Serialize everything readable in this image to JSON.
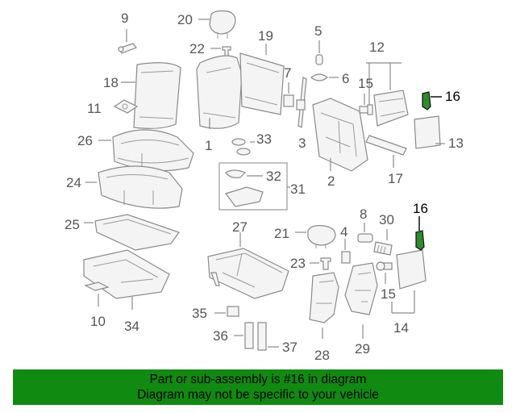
{
  "callouts": {
    "c1": "1",
    "c2": "2",
    "c3": "3",
    "c4": "4",
    "c5": "5",
    "c6": "6",
    "c7": "7",
    "c8": "8",
    "c9": "9",
    "c10": "10",
    "c11": "11",
    "c12": "12",
    "c13": "13",
    "c14": "14",
    "c15a": "15",
    "c15b": "15",
    "c16a": "16",
    "c16b": "16",
    "c17": "17",
    "c18": "18",
    "c19": "19",
    "c20": "20",
    "c21": "21",
    "c22": "22",
    "c23": "23",
    "c24": "24",
    "c25": "25",
    "c26": "26",
    "c27": "27",
    "c28": "28",
    "c29": "29",
    "c30": "30",
    "c31": "31",
    "c32": "32",
    "c33": "33",
    "c34": "34",
    "c35": "35",
    "c36": "36",
    "c37": "37"
  },
  "banner": {
    "line1": "Part or sub-assembly is #16 in diagram",
    "line2": "Diagram may not be specific to your vehicle"
  },
  "colors": {
    "banner_bg": "#118a11",
    "highlight_part": "#2e8b2e",
    "line_gray": "#8a8a8a"
  }
}
